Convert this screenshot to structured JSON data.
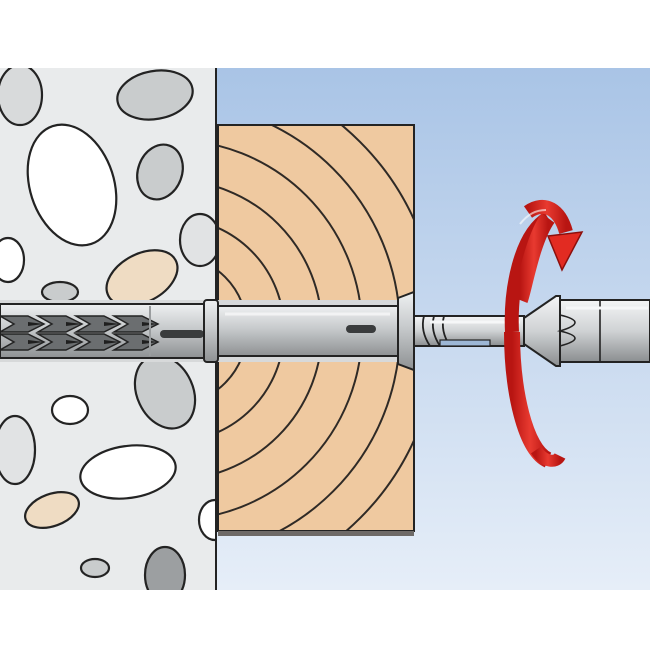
{
  "diagram": {
    "kind": "installation-step-illustration",
    "parts": [
      "concrete-wall",
      "timber-board",
      "nylon-frame-plug",
      "countersunk-screw",
      "rotation-arrow"
    ],
    "colors": {
      "sky_top": "#a9c4e6",
      "sky_bottom": "#e6eef8",
      "concrete": "#e9ebec",
      "pebble_light": "#ffffff",
      "pebble_grey": "#c9cccd",
      "pebble_tan": "#efdcc3",
      "pebble_dark": "#9c9fa1",
      "wood": "#efc9a0",
      "wood_grain": "#2f2a26",
      "outline": "#232323",
      "plug_grey": "#c7cacc",
      "screw_grey": "#d8dadb",
      "arrow_red": "#e22b22"
    },
    "rotation_direction": "clockwise"
  }
}
